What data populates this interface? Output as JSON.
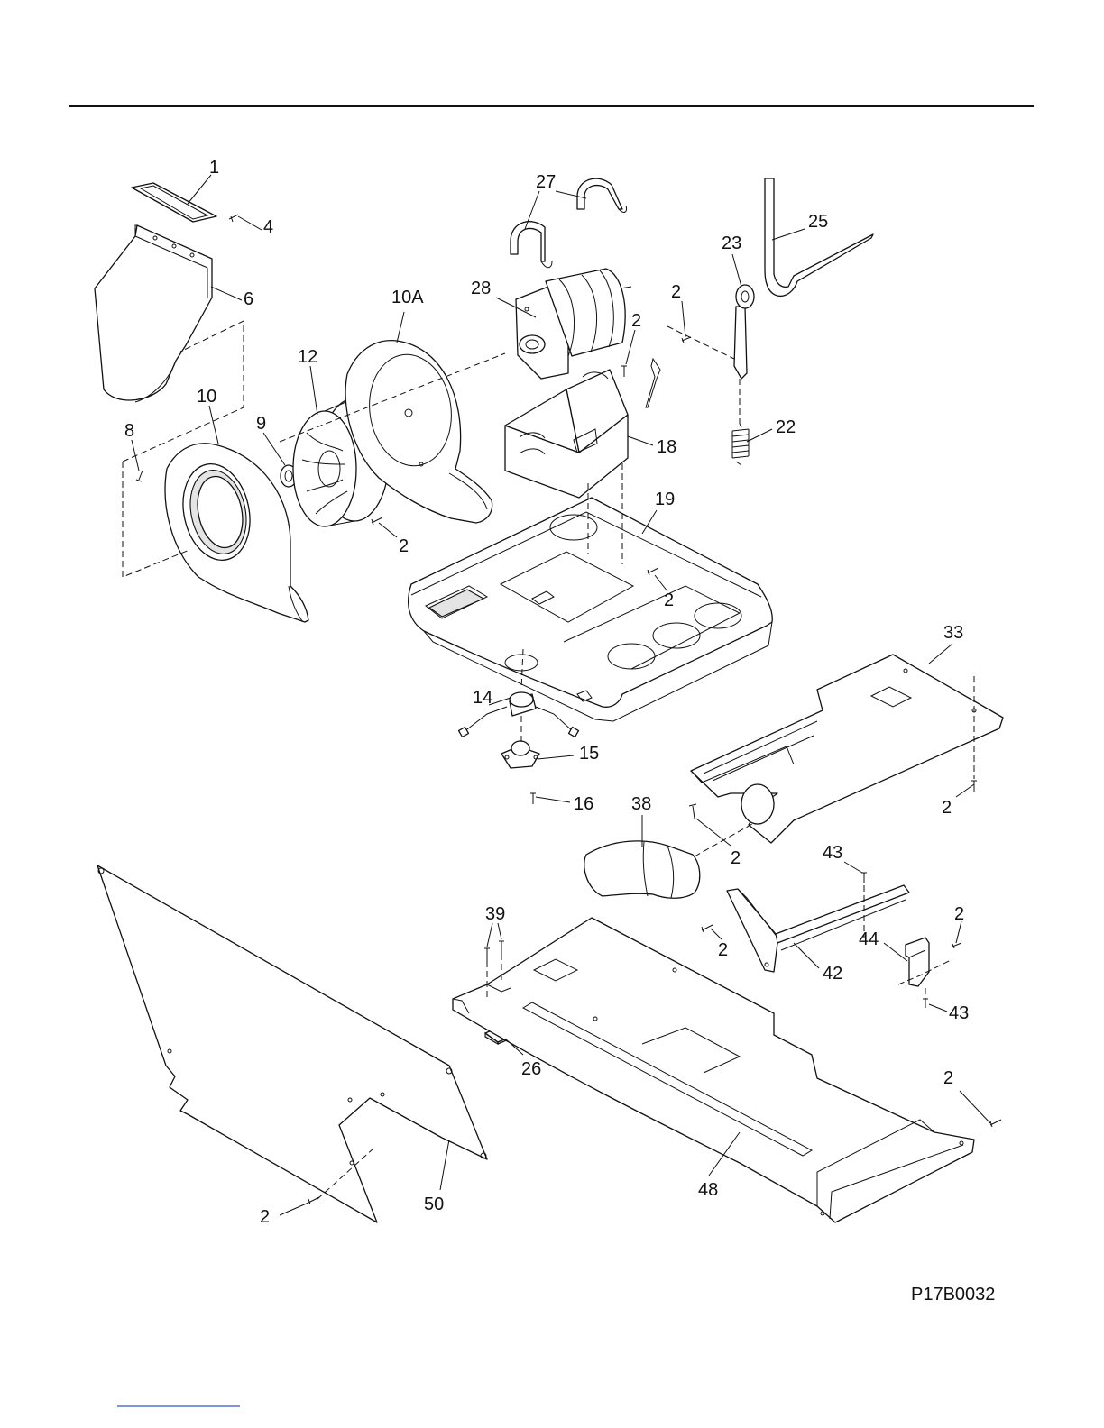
{
  "diagram_code": "P17B0032",
  "part_labels": {
    "p1": "1",
    "p4": "4",
    "p6": "6",
    "p10a": "10A",
    "p12": "12",
    "p9": "9",
    "p10": "10",
    "p8": "8",
    "p2_blower": "2",
    "p27": "27",
    "p28": "28",
    "p2_motor_a": "2",
    "p2_motor_b": "2",
    "p18": "18",
    "p25": "25",
    "p23": "23",
    "p22": "22",
    "p19": "19",
    "p2_base": "2",
    "p14": "14",
    "p15": "15",
    "p16": "16",
    "p33": "33",
    "p2_duct_right": "2",
    "p2_duct_left": "2",
    "p38": "38",
    "p43_top": "43",
    "p42": "42",
    "p2_rail": "2",
    "p2_bracket": "2",
    "p44": "44",
    "p43_bottom": "43",
    "p39": "39",
    "p26": "26",
    "p2_pan": "2",
    "p48": "48",
    "p50": "50",
    "p2_panel": "2"
  }
}
